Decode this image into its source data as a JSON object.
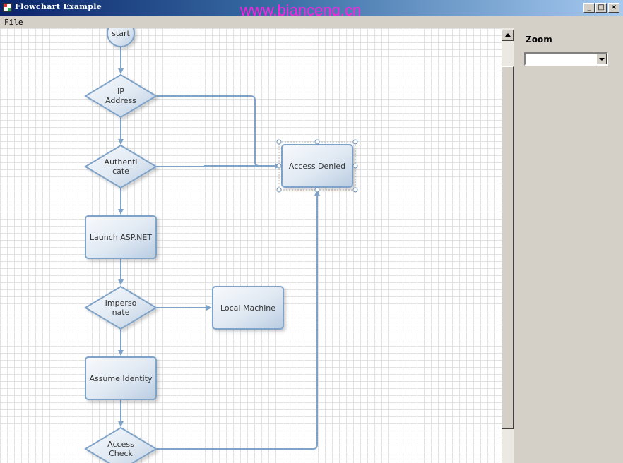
{
  "window": {
    "title": "Flowchart Example",
    "watermark": "www.bianceng.cn",
    "minimize": "_",
    "maximize": "□",
    "close": "×"
  },
  "menu": {
    "file": "File"
  },
  "zoom": {
    "label": "Zoom",
    "value": ""
  },
  "flowchart": {
    "start": "start",
    "ip_line1": "IP",
    "ip_line2": "Address",
    "auth_line1": "Authenti",
    "auth_line2": "cate",
    "launch": "Launch ASP.NET",
    "imp_line1": "Imperso",
    "imp_line2": "nate",
    "local": "Local Machine",
    "assume": "Assume Identity",
    "check_line1": "Access",
    "check_line2": "Check",
    "denied": "Access Denied"
  },
  "colors": {
    "node_stroke": "#7fa3c8",
    "node_fill_top": "#f8fafd",
    "node_fill_bottom": "#b9cce2",
    "grid": "#e2e2e2"
  }
}
